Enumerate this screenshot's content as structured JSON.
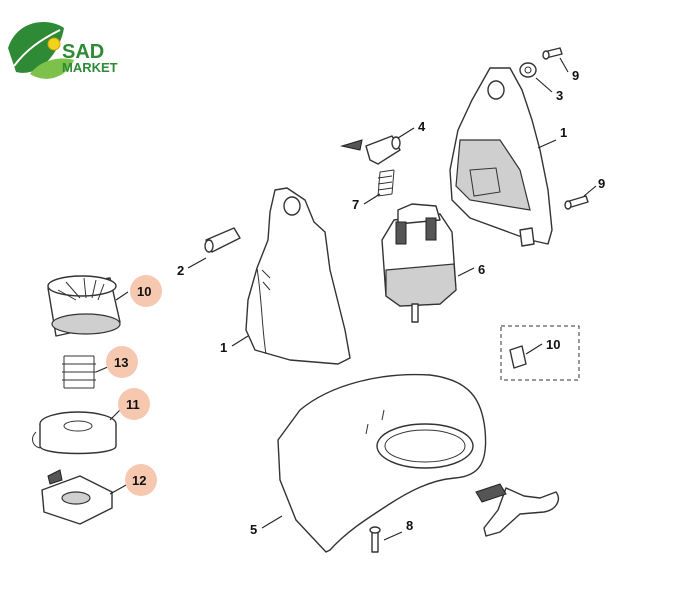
{
  "brand": {
    "line1": "SAD",
    "line2": "MARKET",
    "colors": {
      "leaf_dark": "#2e8a35",
      "leaf_light": "#7cc24a",
      "flower": "#f2d21b"
    }
  },
  "callouts": {
    "c1a": "1",
    "c1b": "1",
    "c2": "2",
    "c3": "3",
    "c4": "4",
    "c5": "5",
    "c6": "6",
    "c7": "7",
    "c8": "8",
    "c9a": "9",
    "c9b": "9",
    "c10": "10",
    "c11": "11",
    "c12": "12",
    "c13": "13",
    "c14": "10"
  },
  "highlight_color": "#f6c8b0"
}
